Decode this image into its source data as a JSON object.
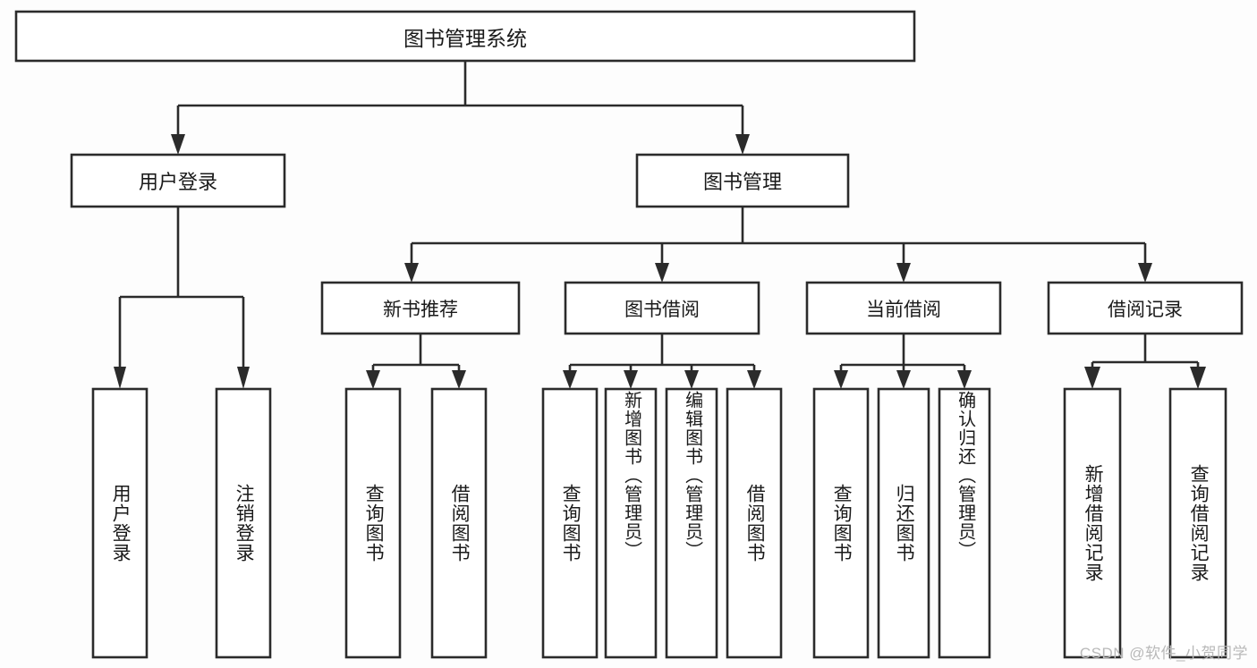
{
  "diagram": {
    "title": "图书管理系统",
    "type": "hierarchy-tree",
    "watermark": "CSDN @软件_小贺同学",
    "colors": {
      "box_stroke": "#2b2b2b",
      "box_fill": "#ffffff",
      "text": "#1a1a1a",
      "background": "#fdfdfd",
      "watermark": "#b9b9b9"
    }
  },
  "root": {
    "label": "图书管理系统"
  },
  "level2": [
    {
      "label": "用户登录"
    },
    {
      "label": "图书管理"
    }
  ],
  "level3": [
    {
      "label": "新书推荐"
    },
    {
      "label": "图书借阅"
    },
    {
      "label": "当前借阅"
    },
    {
      "label": "借阅记录"
    }
  ],
  "leaves": {
    "user_login": [
      {
        "label": "用户登录"
      },
      {
        "label": "注销登录"
      }
    ],
    "new_book_recommend": [
      {
        "label": "查询图书"
      },
      {
        "label": "借阅图书"
      }
    ],
    "book_borrow": [
      {
        "label": "查询图书"
      },
      {
        "label": "新增图书（管理员）"
      },
      {
        "label": "编辑图书（管理员）"
      },
      {
        "label": "借阅图书"
      }
    ],
    "current_borrow": [
      {
        "label": "查询图书"
      },
      {
        "label": "归还图书"
      },
      {
        "label": "确认归还（管理员）"
      }
    ],
    "borrow_record": [
      {
        "label": "新增借阅记录"
      },
      {
        "label": "查询借阅记录"
      }
    ]
  }
}
